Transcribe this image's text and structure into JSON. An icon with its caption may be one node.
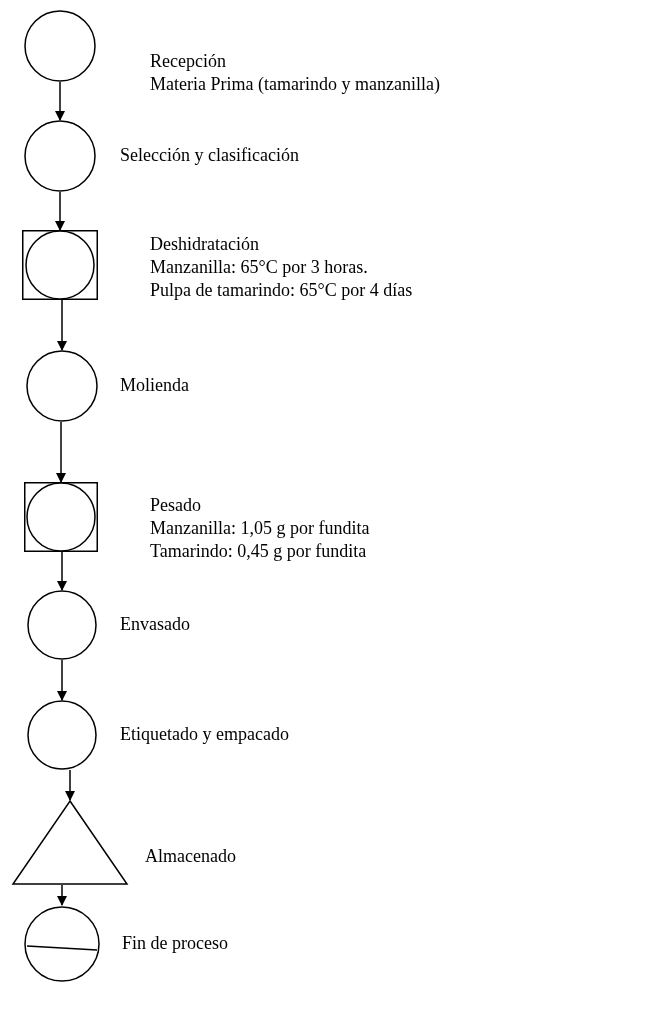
{
  "diagram": {
    "nodes": [
      {
        "text": [],
        "shape": "circle",
        "beside": [
          "Recepción",
          "Materia Prima (tamarindo y manzanilla)"
        ]
      },
      {
        "text": [],
        "shape": "circle",
        "beside": [
          "Selección y clasificación"
        ]
      },
      {
        "text": [],
        "shape": "square",
        "beside": [
          "Deshidratación",
          "Manzanilla: 65°C por 3 horas.",
          "Pulpa de tamarindo: 65°C por 4 días"
        ]
      },
      {
        "text": [],
        "shape": "circle",
        "beside": [
          "Molienda"
        ]
      },
      {
        "text": [],
        "shape": "square",
        "beside": [
          "Pesado",
          "Manzanilla: 1,05 g por fundita",
          "Tamarindo: 0,45 g por fundita"
        ]
      },
      {
        "text": [],
        "shape": "circle",
        "beside": [
          "Envasado"
        ]
      },
      {
        "text": [],
        "shape": "circle",
        "beside": [
          "Etiquetado y empacado"
        ]
      },
      {
        "text": [],
        "shape": "triangle",
        "beside": [
          "Almacenado"
        ]
      },
      {
        "text": [],
        "shape": "halved-circle",
        "beside": [
          "Fin de proceso"
        ]
      }
    ],
    "edges": [
      {
        "from": 0,
        "to": 1,
        "arrow": "to"
      },
      {
        "from": 1,
        "to": 2,
        "arrow": "to"
      },
      {
        "from": 2,
        "to": 3,
        "arrow": "to"
      },
      {
        "from": 3,
        "to": 4,
        "arrow": "to"
      },
      {
        "from": 4,
        "to": 5,
        "arrow": "to"
      },
      {
        "from": 5,
        "to": 6,
        "arrow": "to"
      },
      {
        "from": 6,
        "to": 7,
        "arrow": "to"
      },
      {
        "from": 7,
        "to": 8,
        "arrow": "to"
      }
    ]
  }
}
